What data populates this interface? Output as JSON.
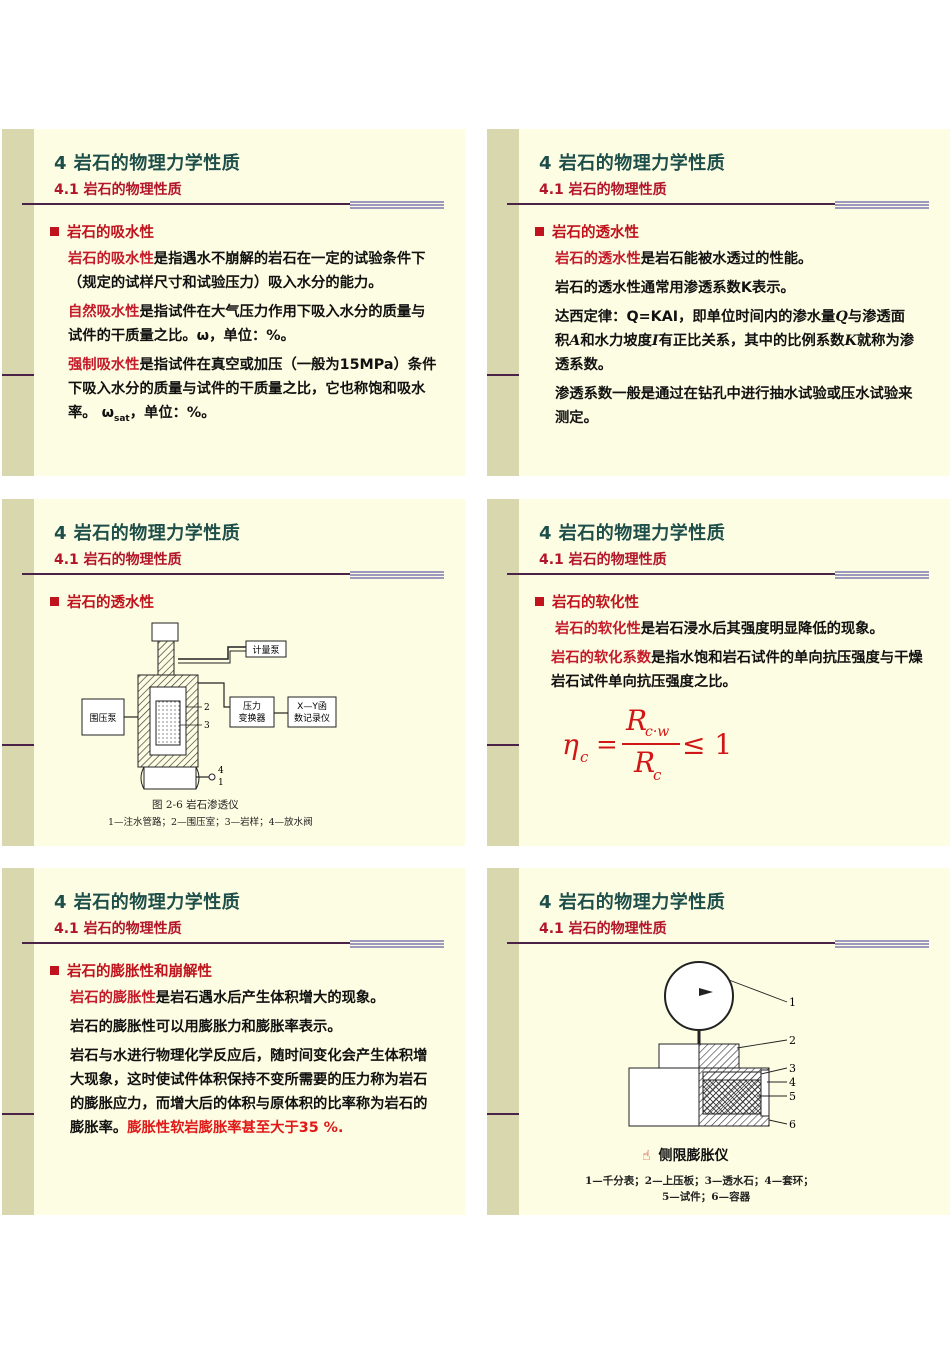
{
  "slides": [
    {
      "title": "4 岩石的物理力学性质",
      "subtitle": "4.1 岩石的物理性质",
      "heading": "岩石的吸水性",
      "p1": {
        "term": "岩石的吸水性",
        "text": "是指遇水不崩解的岩石在一定的试验条件下（规定的试样尺寸和试验压力）吸入水分的能力。"
      },
      "p2": {
        "term": "自然吸水性",
        "text": "是指试件在大气压力作用下吸入水分的质量与试件的干质量之比。ω，单位：%。"
      },
      "p3": {
        "term": "强制吸水性",
        "text": "是指试件在真空或加压（一般为15MPa）条件下吸入水分的质量与试件的干质量之比，它也称饱和吸水率。 ω",
        "sub": "sat",
        "tail": "，单位：%。"
      }
    },
    {
      "title": "4 岩石的物理力学性质",
      "subtitle": "4.1 岩石的物理性质",
      "heading": "岩石的透水性",
      "p1": {
        "term": "岩石的透水性",
        "text": "是岩石能被水透过的性能。"
      },
      "p2": "岩石的透水性通常用渗透系数K表示。",
      "p3": {
        "a": "达西定律：Q=KAI，即单位时间内的渗水量",
        "q": "Q",
        "b": "与渗透面积",
        "A": "A",
        "c": "和水力坡度",
        "I": "I",
        "d": "有正比关系，其中的比例系数",
        "K": "K",
        "e": "就称为渗透系数。"
      },
      "p4": "渗透系数一般是通过在钻孔中进行抽水试验或压水试验来测定。"
    },
    {
      "title": "4 岩石的物理力学性质",
      "subtitle": "4.1 岩石的物理性质",
      "heading": "岩石的透水性",
      "figure": {
        "labels": {
          "meter": "计量泵",
          "pump": "围压泵",
          "trans1": "压力",
          "trans2": "变换器",
          "rec1": "X—Y函",
          "rec2": "数记录仪",
          "n2": "2",
          "n3": "3",
          "n4": "4",
          "n1": "1"
        },
        "caption": "图 2-6   岩石渗透仪",
        "legend": "1—注水管路；2—围压室；3—岩样；4—放水阀"
      }
    },
    {
      "title": "4 岩石的物理力学性质",
      "subtitle": "4.1 岩石的物理性质",
      "heading": "岩石的软化性",
      "p1": {
        "term": "岩石的软化性",
        "text": "是岩石浸水后其强度明显降低的现象。"
      },
      "p2": {
        "term": "岩石的软化系数",
        "text": "是指水饱和岩石试件的单向抗压强度与干燥岩石试件单向抗压强度之比。"
      },
      "formula": {
        "lhs": "η",
        "lhs_sub": "c",
        "eq": "=",
        "num": "R",
        "num_sub": "c·w",
        "den": "R",
        "den_sub": "c",
        "rel": "≤ 1"
      }
    },
    {
      "title": "4 岩石的物理力学性质",
      "subtitle": "4.1 岩石的物理性质",
      "heading": "岩石的膨胀性和崩解性",
      "p1": {
        "term": "岩石的膨胀性",
        "text": "是岩石遇水后产生体积增大的现象。"
      },
      "p2": "岩石的膨胀性可以用膨胀力和膨胀率表示。",
      "p3": {
        "text": "岩石与水进行物理化学反应后，随时间变化会产生体积增大现象，这时使试件体积保持不变所需要的压力称为岩石的膨胀应力，而增大后的体积与原体积的比率称为岩石的膨胀率。",
        "red": "膨胀性软岩膨胀率甚至大于35 %."
      }
    },
    {
      "title": "4 岩石的物理力学性质",
      "subtitle": "4.1 岩石的物理性质",
      "figure": {
        "labels": [
          "1",
          "2",
          "3",
          "4",
          "5",
          "6"
        ],
        "caption": "侧限膨胀仪",
        "legend1": "1—千分表；2—上压板；3—透水石；4—套环；",
        "legend2": "5—试件；6—容器"
      }
    }
  ]
}
